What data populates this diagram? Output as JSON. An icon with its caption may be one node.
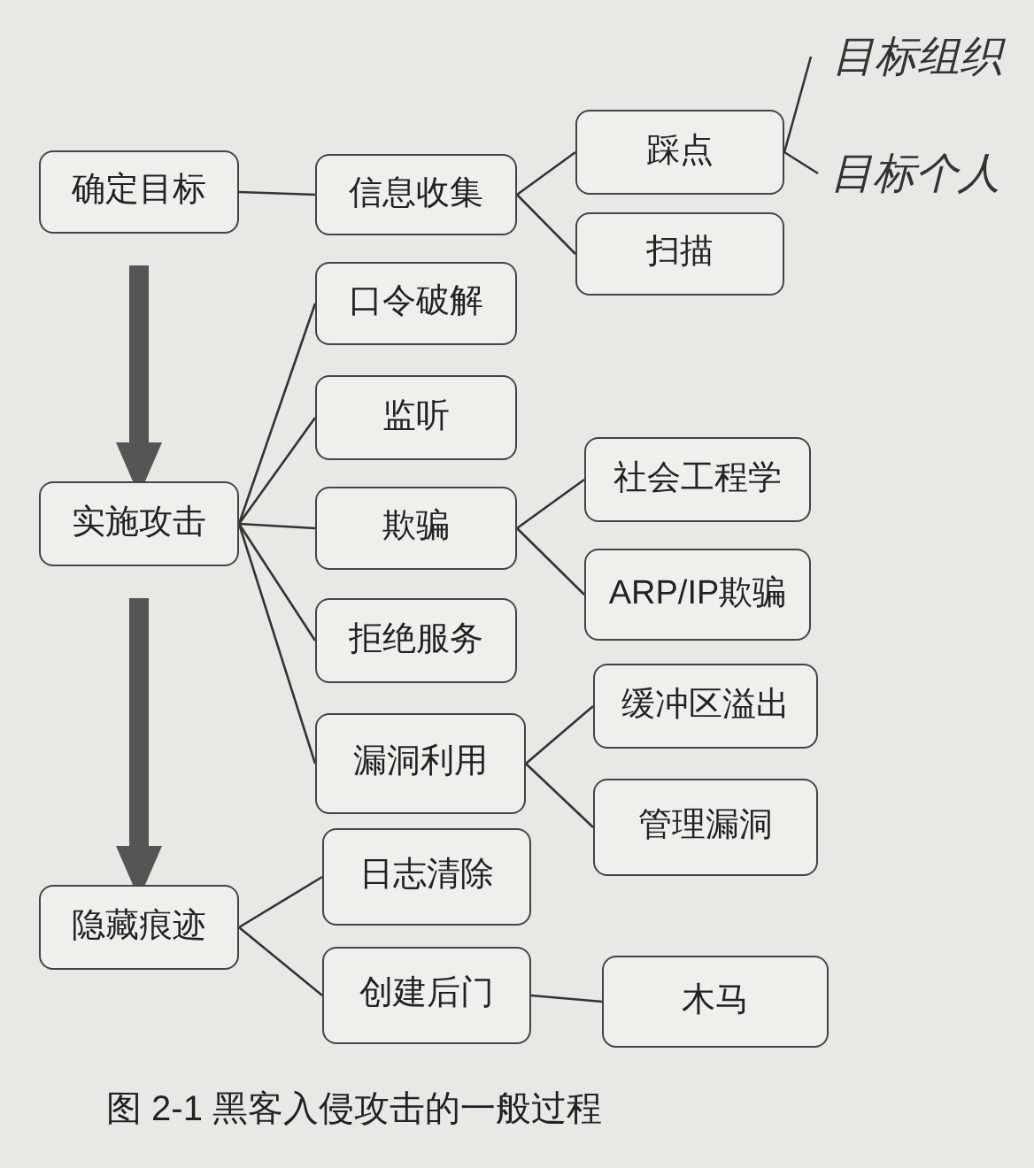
{
  "diagram": {
    "caption": "图 2-1 黑客入侵攻击的一般过程",
    "nodes": [
      {
        "text": [
          "确定目标"
        ]
      },
      {
        "text": [
          "信息收集"
        ]
      },
      {
        "text": [
          "踩点"
        ]
      },
      {
        "text": [
          "扫描"
        ]
      },
      {
        "text": [
          "口令破解"
        ]
      },
      {
        "text": [
          "监听"
        ]
      },
      {
        "text": [
          "实施攻击"
        ]
      },
      {
        "text": [
          "欺骗"
        ]
      },
      {
        "text": [
          "社会工程学"
        ]
      },
      {
        "text": [
          "ARP/IP欺骗"
        ]
      },
      {
        "text": [
          "拒绝服务"
        ]
      },
      {
        "text": [
          "漏洞利用"
        ]
      },
      {
        "text": [
          "缓冲区溢出"
        ]
      },
      {
        "text": [
          "管理漏洞"
        ]
      },
      {
        "text": [
          "隐藏痕迹"
        ]
      },
      {
        "text": [
          "日志清除"
        ]
      },
      {
        "text": [
          "创建后门"
        ]
      },
      {
        "text": [
          "木马"
        ]
      },
      {
        "text": [
          "目标组织"
        ]
      },
      {
        "text": [
          "目标个人"
        ]
      }
    ],
    "edges": [
      {
        "from": 0,
        "to": 1,
        "arrow": "none"
      },
      {
        "from": 1,
        "to": 2,
        "arrow": "none"
      },
      {
        "from": 1,
        "to": 3,
        "arrow": "none"
      },
      {
        "from": 6,
        "to": 4,
        "arrow": "none"
      },
      {
        "from": 6,
        "to": 5,
        "arrow": "none"
      },
      {
        "from": 6,
        "to": 7,
        "arrow": "none"
      },
      {
        "from": 6,
        "to": 10,
        "arrow": "none"
      },
      {
        "from": 6,
        "to": 11,
        "arrow": "none"
      },
      {
        "from": 7,
        "to": 8,
        "arrow": "none"
      },
      {
        "from": 7,
        "to": 9,
        "arrow": "none"
      },
      {
        "from": 11,
        "to": 12,
        "arrow": "none"
      },
      {
        "from": 11,
        "to": 13,
        "arrow": "none"
      },
      {
        "from": 14,
        "to": 15,
        "arrow": "none"
      },
      {
        "from": 14,
        "to": 16,
        "arrow": "none"
      },
      {
        "from": 16,
        "to": 17,
        "arrow": "none"
      },
      {
        "from": 0,
        "to": 6,
        "arrow": "to",
        "style": "thick",
        "color": "#555555"
      },
      {
        "from": 6,
        "to": 14,
        "arrow": "to",
        "style": "thick",
        "color": "#555555"
      },
      {
        "from": 2,
        "to": 18,
        "arrow": "none"
      },
      {
        "from": 2,
        "to": 19,
        "arrow": "none"
      }
    ]
  }
}
